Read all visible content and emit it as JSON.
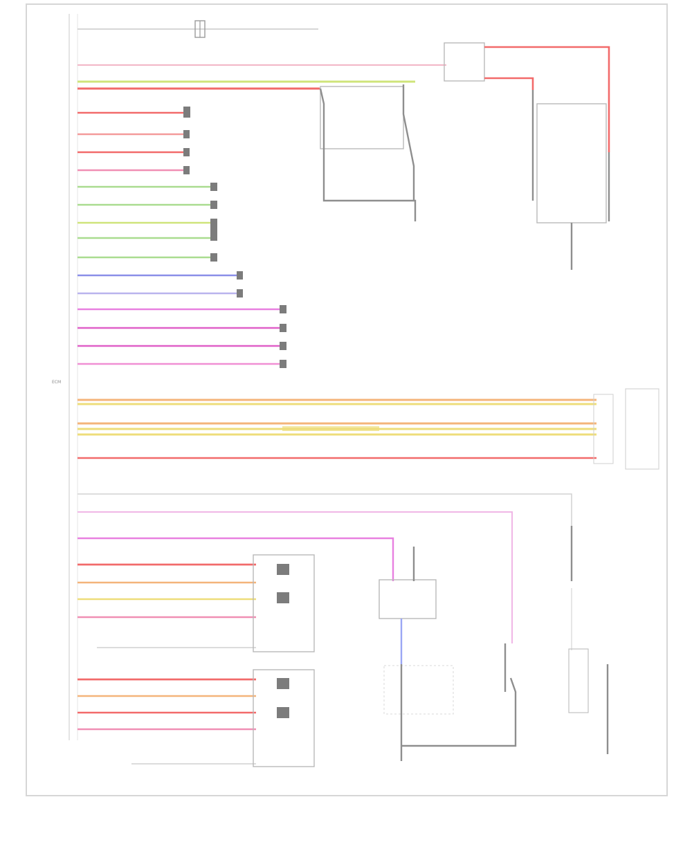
{
  "title": "",
  "labels": {
    "ecm": "ECM",
    "main_harness": "",
    "page_id": ""
  },
  "colors": {
    "red": "#f26a6a",
    "pink": "#f08fb4",
    "magenta": "#e880e0",
    "green": "#a9dc8f",
    "yellow_green": "#cfe47a",
    "yellow": "#eedd7a",
    "orange": "#f4b47a",
    "blue": "#8a8ee8",
    "light_blue": "#9aa6f4",
    "gray": "#bdbdbd",
    "dark": "#8e8e8e"
  },
  "wire_groups": [
    {
      "id": "red-group",
      "count": 4,
      "color": "red"
    },
    {
      "id": "green-group",
      "count": 5,
      "color": "green"
    },
    {
      "id": "blue-group",
      "count": 2,
      "color": "blue"
    },
    {
      "id": "magenta-group",
      "count": 4,
      "color": "magenta"
    },
    {
      "id": "bus-group",
      "count": 4,
      "color": "yellow"
    }
  ]
}
